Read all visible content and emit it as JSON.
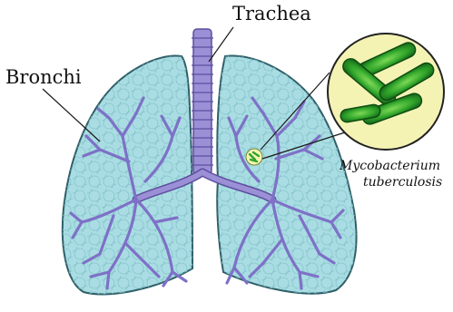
{
  "labels": {
    "trachea": "Trachea",
    "bronchi": "Bronchi",
    "bacterium_line1": "Mycobacterium",
    "bacterium_line2": "tuberculosis"
  },
  "colors": {
    "lung_fill": "#a9dde3",
    "lung_outline": "#2f5f68",
    "airway": "#9b8fd6",
    "airway_outline": "#5d4f9e",
    "magnifier_fill": "#f4f3b4",
    "bacteria": "#2fa52a",
    "leader_line": "#1a1a1a"
  }
}
